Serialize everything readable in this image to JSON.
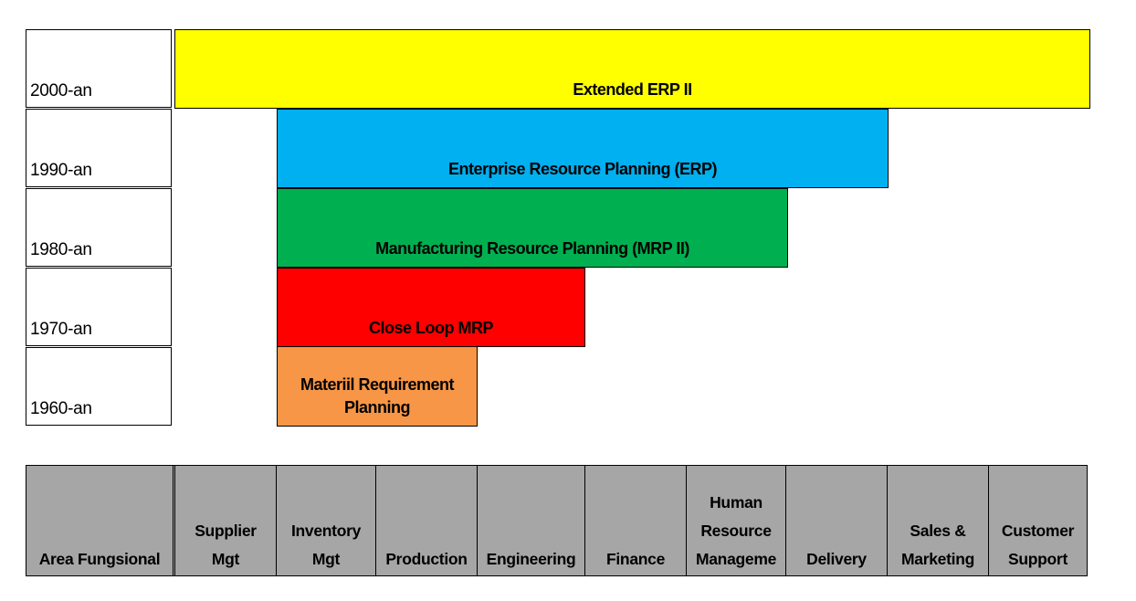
{
  "timeline": {
    "eras": [
      {
        "label": "2000-an",
        "bar": "Extended ERP II",
        "color": "#ffff00"
      },
      {
        "label": "1990-an",
        "bar": "Enterprise Resource Planning (ERP)",
        "color": "#00b0f0"
      },
      {
        "label": "1980-an",
        "bar": "Manufacturing Resource Planning (MRP II)",
        "color": "#00b050"
      },
      {
        "label": "1970-an",
        "bar": "Close Loop MRP",
        "color": "#ff0000"
      },
      {
        "label": "1960-an",
        "bar_lines": [
          "Materiil Requirement",
          "Planning"
        ],
        "color": "#f79646"
      }
    ]
  },
  "functional_areas": {
    "header": "Area Fungsional",
    "columns": [
      "Supplier\nMgt",
      "Inventory\nMgt",
      "Production",
      "Engineering",
      "Finance",
      "Human\nResource\nManageme",
      "Delivery",
      "Sales &\nMarketing",
      "Customer\nSupport"
    ],
    "fill_color": "#a6a6a6"
  }
}
